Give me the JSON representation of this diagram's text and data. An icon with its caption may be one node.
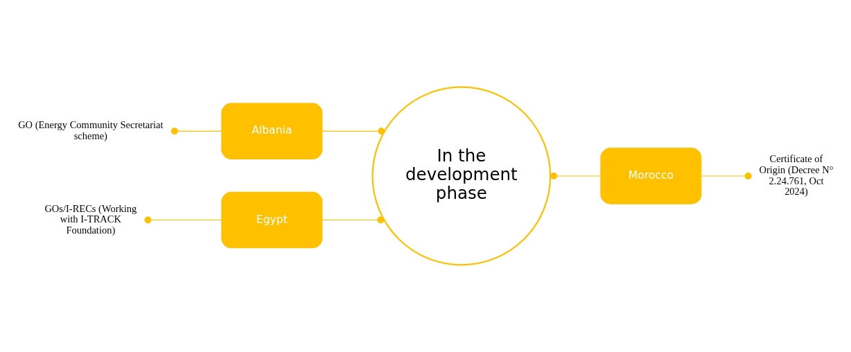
{
  "diagram": {
    "nodes": [
      {
        "text": [
          "In the development phase"
        ]
      },
      {
        "text": [
          "Albania"
        ]
      },
      {
        "text": [
          "Egypt"
        ]
      },
      {
        "text": [
          "Morocco"
        ]
      },
      {
        "text": [
          "GO (Energy Community Secretariat scheme)"
        ]
      },
      {
        "text": [
          "GOs/I-RECs (Working with I-TRACK Foundation)"
        ]
      },
      {
        "text": [
          "Certificate of Origin (Decree N° 2.24.761, Oct 2024)"
        ]
      }
    ],
    "edges": [
      {
        "from": 1,
        "to": 4,
        "arrow": "other"
      },
      {
        "from": 1,
        "to": 0,
        "arrow": "other"
      },
      {
        "from": 2,
        "to": 5,
        "arrow": "other"
      },
      {
        "from": 2,
        "to": 0,
        "arrow": "other"
      },
      {
        "from": 3,
        "to": 6,
        "arrow": "other"
      },
      {
        "from": 3,
        "to": 0,
        "arrow": "other"
      }
    ]
  }
}
